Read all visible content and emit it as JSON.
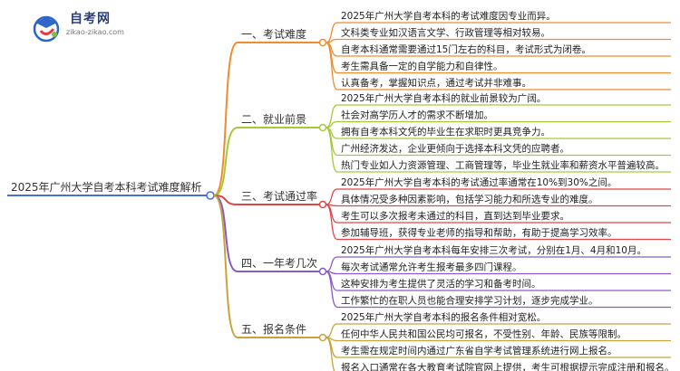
{
  "logo": {
    "name": "自考网",
    "domain": "zikao-zikao.com",
    "colors": {
      "blue": "#2f66c9",
      "red": "#e23b3b",
      "green": "#7bbf43"
    }
  },
  "root": {
    "label": "2025年广州大学自考本科考试难度解析",
    "color": "#4a6ee0"
  },
  "branches": [
    {
      "label": "一、考试难度",
      "color": "#f08c2e",
      "leaves": [
        "2025年广州大学自考本科的考试难度因专业而异。",
        "文科类专业如汉语言文学、行政管理等相对较易。",
        "自考本科通常需要通过15门左右的科目，考试形式为闭卷。",
        "考生需具备一定的自学能力和自律性。",
        "认真备考，掌握知识点，通过考试并非难事。"
      ]
    },
    {
      "label": "二、就业前景",
      "color": "#a6c93a",
      "leaves": [
        "2025年广州大学自考本科的就业前景较为广阔。",
        "社会对高学历人才的需求不断增加。",
        "拥有自考本科文凭的毕业生在求职时更具竞争力。",
        "广州经济发达，企业更倾向于选择本科文凭的应聘者。",
        "热门专业如人力资源管理、工商管理等，毕业生就业率和薪资水平普遍较高。"
      ]
    },
    {
      "label": "三、考试通过率",
      "color": "#e0454a",
      "leaves": [
        "2025年广州大学自考本科的考试通过率通常在10%到30%之间。",
        "具体情况受多种因素影响，包括学习能力和所选专业的难度。",
        "考生可以多次报考未通过的科目，直到达到毕业要求。",
        "参加辅导班，获得专业老师的指导和帮助，有助于提高学习效率。"
      ]
    },
    {
      "label": "四、一年考几次",
      "color": "#8a5bc8",
      "leaves": [
        "2025年广州大学自考本科每年安排三次考试，分别在1月、4月和10月。",
        "每次考试通常允许考生报考最多四门课程。",
        "这种安排为考生提供了灵活的学习和备考时间。",
        "工作繁忙的在职人员也能合理安排学习计划，逐步完成学业。"
      ]
    },
    {
      "label": "五、报名条件",
      "color": "#c8a33a",
      "leaves": [
        "2025年广州大学自考本科的报名条件相对宽松。",
        "任何中华人民共和国公民均可报名，不受性别、年龄、民族等限制。",
        "考生需在规定时间内通过广东省自学考试管理系统进行网上报名。",
        "报名入口通常在各大教育考试院官网上提供，考生可根据提示完成注册和报名。"
      ]
    }
  ]
}
